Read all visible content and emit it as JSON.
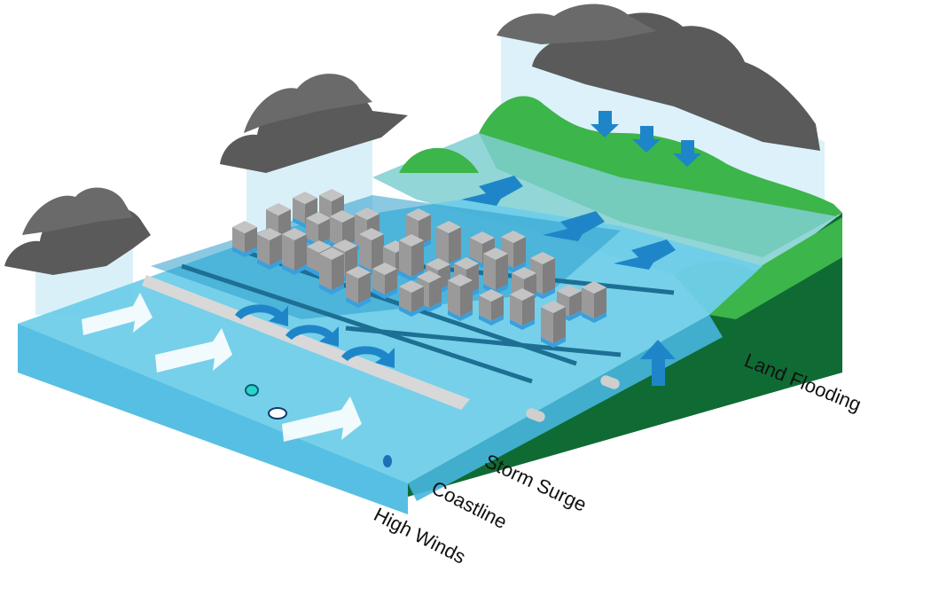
{
  "labels": {
    "land_flooding": "Land Flooding",
    "storm_surge": "Storm Surge",
    "coastline": "Coastline",
    "high_winds": "High Winds"
  },
  "colors": {
    "ocean": "#5cc6ea",
    "ocean_dark": "#2b8fc0",
    "land_green": "#3cb54a",
    "land_side": "#0f6b33",
    "cloud": "#5a5a5a",
    "cloud_light": "#7a7a7a",
    "rain": "#d6eef8",
    "building": "#9a9a9a",
    "arrow": "#1e86c8",
    "road": "#1d6f93",
    "seawall": "#d8d8d8"
  }
}
